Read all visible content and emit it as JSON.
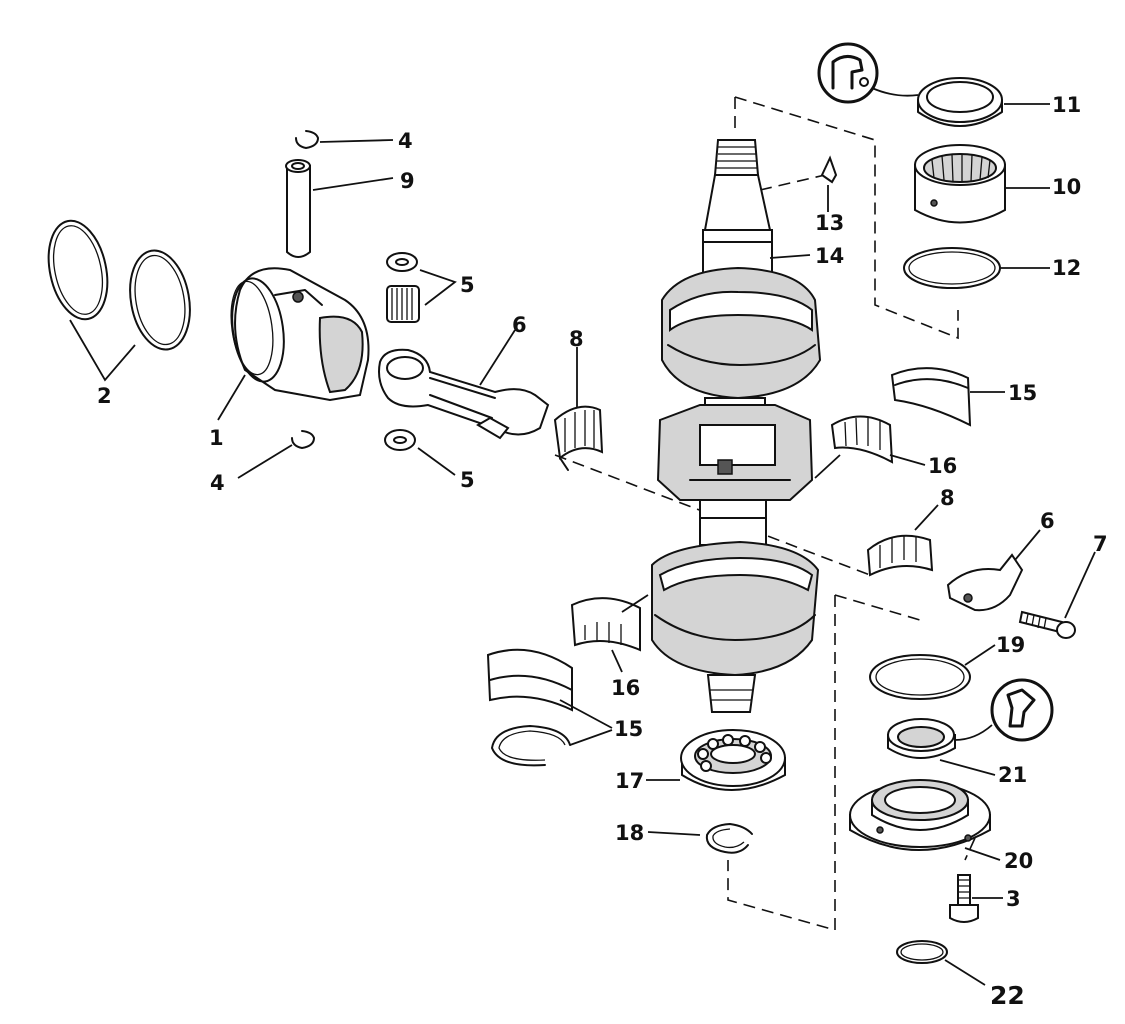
{
  "callouts": {
    "c1": "1",
    "c2": "2",
    "c3": "3",
    "c4a": "4",
    "c4b": "4",
    "c5a": "5",
    "c5b": "5",
    "c6a": "6",
    "c6b": "6",
    "c7": "7",
    "c8a": "8",
    "c8b": "8",
    "c9": "9",
    "c10": "10",
    "c11": "11",
    "c12": "12",
    "c13": "13",
    "c14": "14",
    "c15a": "15",
    "c15b": "15",
    "c16a": "16",
    "c16b": "16",
    "c17": "17",
    "c18": "18",
    "c19": "19",
    "c20": "20",
    "c21": "21",
    "c22": "22"
  },
  "icons": {
    "seal_orientation_top": "seal-lip-orientation-icon",
    "seal_orientation_bottom": "seal-lip-orientation-icon"
  }
}
